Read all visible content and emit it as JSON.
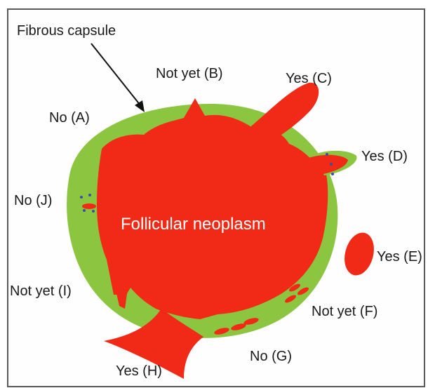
{
  "labels": {
    "capsule": "Fibrous capsule",
    "center": "Follicular neoplasm",
    "a": "No (A)",
    "b": "Not yet (B)",
    "c": "Yes (C)",
    "d": "Yes (D)",
    "e": "Yes (E)",
    "f": "Not yet (F)",
    "g": "No (G)",
    "h": "Yes (H)",
    "i": "Not yet (I)",
    "j": "No (J)"
  },
  "colors": {
    "capsule_green": "#8cc540",
    "tumor_red": "#f02a17",
    "vessel_blue": "#3a4fa0",
    "text": "#1a1a1a"
  }
}
